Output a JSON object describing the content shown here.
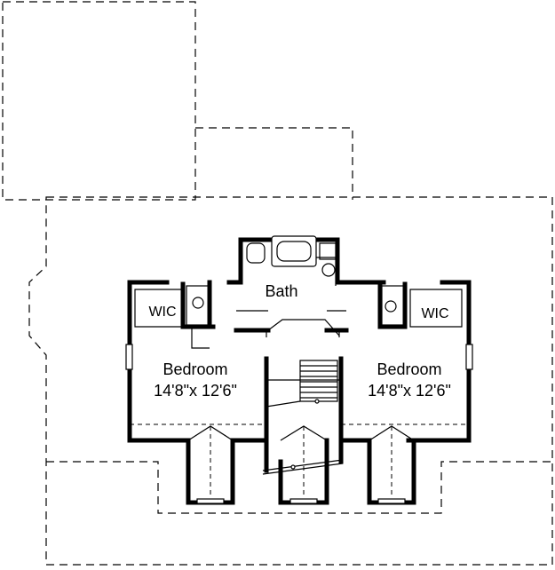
{
  "rooms": {
    "bath": {
      "label": "Bath"
    },
    "wic_left": {
      "label": "WIC"
    },
    "wic_right": {
      "label": "WIC"
    },
    "bedroom_left": {
      "name": "Bedroom",
      "size": "14'8\"x 12'6\""
    },
    "bedroom_right": {
      "name": "Bedroom",
      "size": "14'8\"x 12'6\""
    }
  }
}
